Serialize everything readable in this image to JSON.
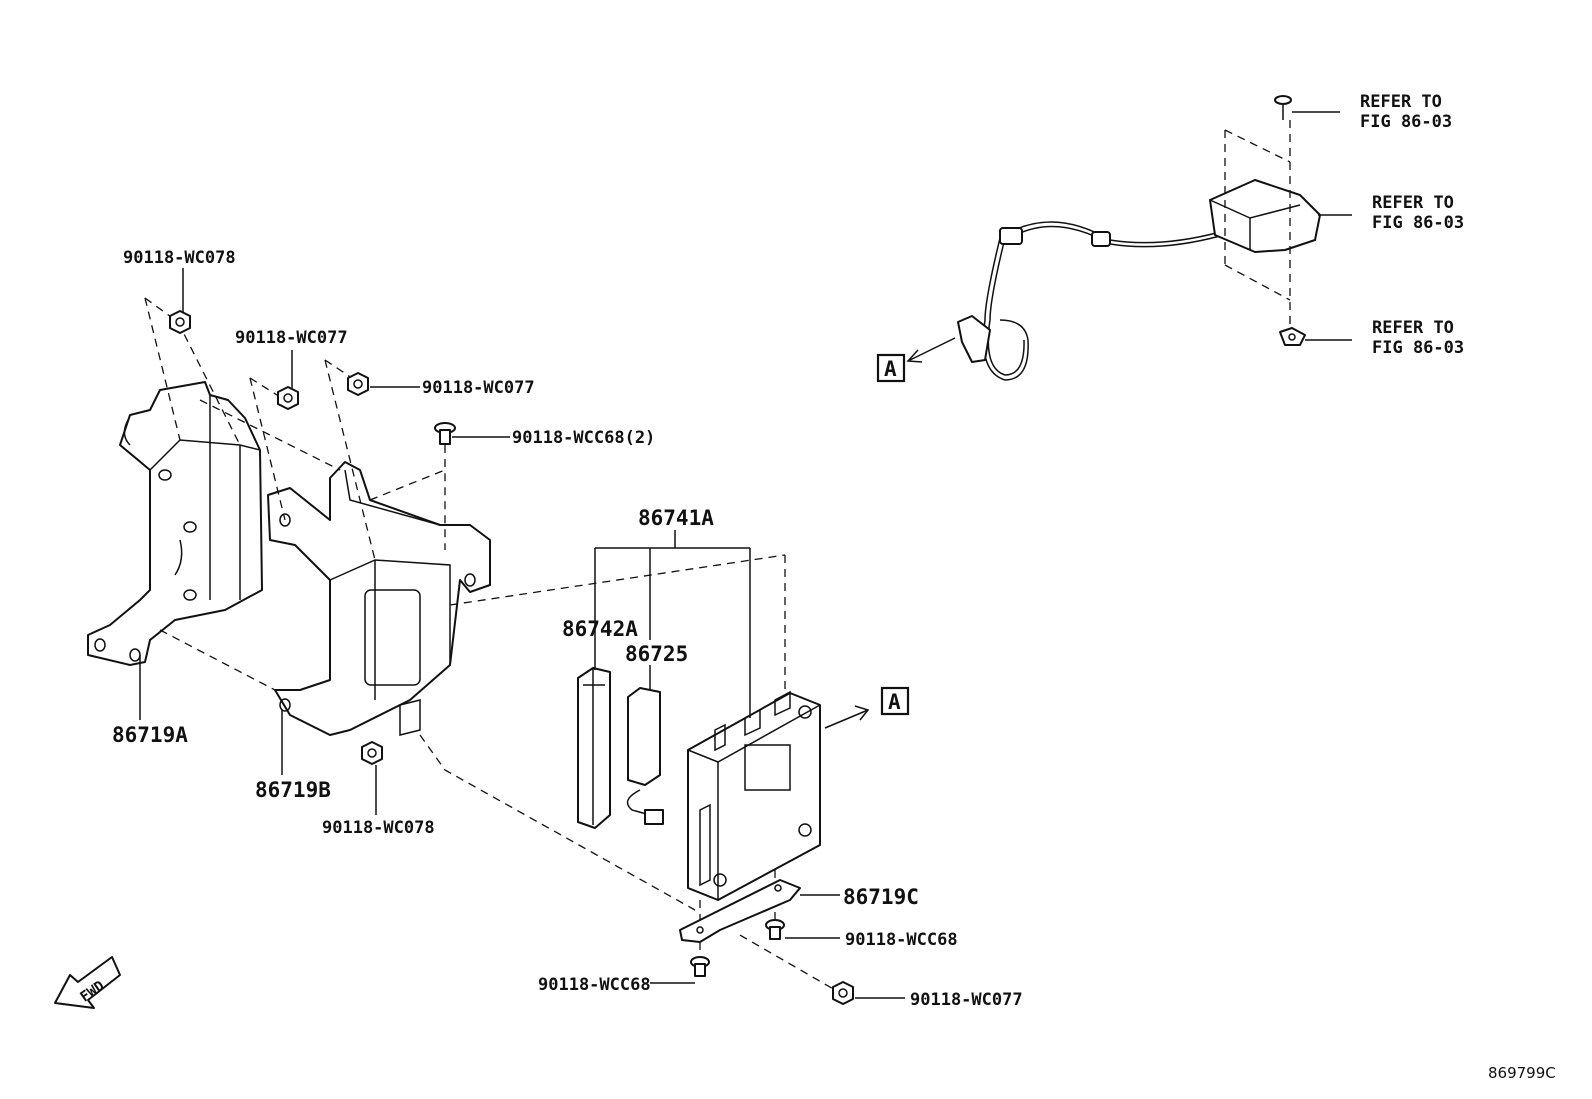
{
  "labels": {
    "bolt_nut_top_left": "90118-WC078",
    "nut_top_mid": "90118-WC077",
    "nut_top_right": "90118-WC077",
    "bolt_wcc68_2": "90118-WCC68(2)",
    "bracket_a": "86719A",
    "bracket_b": "86719B",
    "nut_bottom_mid": "90118-WC078",
    "ecu_assy": "86741A",
    "cover": "86742A",
    "sub_part": "86725",
    "plate_c": "86719C",
    "bolt_wcc68_right": "90118-WCC68",
    "bolt_wcc68_bottom": "90118-WCC68",
    "nut_wc077_bottom": "90118-WC077",
    "refer_1a": "REFER TO",
    "refer_1b": "FIG 86-03",
    "refer_2a": "REFER TO",
    "refer_2b": "FIG 86-03",
    "refer_3a": "REFER TO",
    "refer_3b": "FIG 86-03",
    "ref_a_top": "A",
    "ref_a_right": "A",
    "fwd": "FWD",
    "drawing_id": "869799C"
  }
}
